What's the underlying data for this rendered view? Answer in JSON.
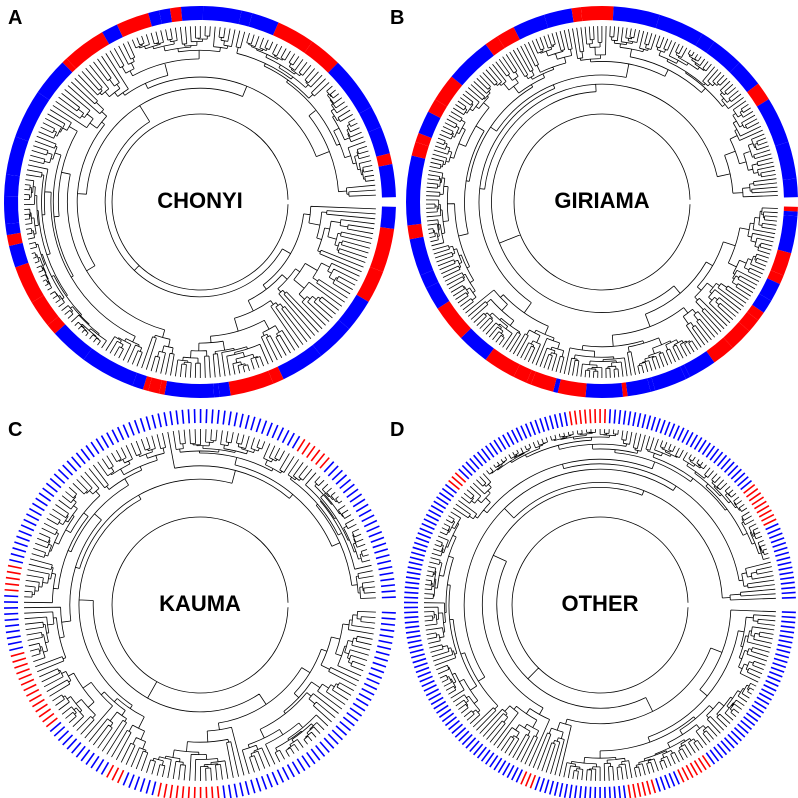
{
  "figure": {
    "colors": {
      "group_red": "#ff0000",
      "group_blue": "#0000ff",
      "branch": "#000000",
      "background": "#ffffff"
    },
    "panels": [
      {
        "letter": "A",
        "label": "CHONYI",
        "ring_style": "solid",
        "tips": 220,
        "red_share": 0.42
      },
      {
        "letter": "B",
        "label": "GIRIAMA",
        "ring_style": "solid",
        "tips": 260,
        "red_share": 0.45
      },
      {
        "letter": "C",
        "label": "KAUMA",
        "ring_style": "hatched",
        "tips": 200,
        "red_share": 0.3
      },
      {
        "letter": "D",
        "label": "OTHER",
        "ring_style": "hatched",
        "tips": 240,
        "red_share": 0.25
      }
    ]
  }
}
